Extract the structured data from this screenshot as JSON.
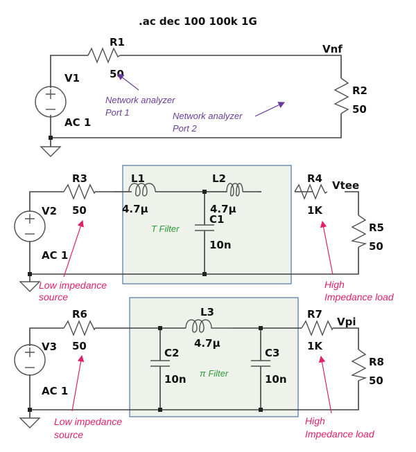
{
  "simulation_command": ".ac dec 100 100k 1G",
  "colors": {
    "annotation_port": "#6a3d9a",
    "annotation_impedance": "#e0206a",
    "annotation_filter": "#2a9a3a",
    "filter_box_border": "#5a7fa8",
    "filter_box_fill": "#eef2ea"
  },
  "circuit1": {
    "source": {
      "name": "V1",
      "value": "AC 1"
    },
    "r_series": {
      "name": "R1",
      "value": "50"
    },
    "r_load": {
      "name": "R2",
      "value": "50"
    },
    "node": "Vnf",
    "note_port1": [
      "Network analyzer",
      "Port 1"
    ],
    "note_port2": [
      "Network analyzer",
      "Port 2"
    ]
  },
  "circuit2": {
    "source": {
      "name": "V2",
      "value": "AC 1"
    },
    "r_source": {
      "name": "R3",
      "value": "50"
    },
    "l1": {
      "name": "L1",
      "value": "4.7µ"
    },
    "l2": {
      "name": "L2",
      "value": "4.7µ"
    },
    "c1": {
      "name": "C1",
      "value": "10n"
    },
    "r_series_load": {
      "name": "R4",
      "value": "1K"
    },
    "r_load": {
      "name": "R5",
      "value": "50"
    },
    "node": "Vtee",
    "filter_label": "T Filter",
    "note_source": [
      "Low impedance",
      "source"
    ],
    "note_load": [
      "High",
      "Impedance load"
    ]
  },
  "circuit3": {
    "source": {
      "name": "V3",
      "value": "AC 1"
    },
    "r_source": {
      "name": "R6",
      "value": "50"
    },
    "l3": {
      "name": "L3",
      "value": "4.7µ"
    },
    "c2": {
      "name": "C2",
      "value": "10n"
    },
    "c3": {
      "name": "C3",
      "value": "10n"
    },
    "r_series_load": {
      "name": "R7",
      "value": "1K"
    },
    "r_load": {
      "name": "R8",
      "value": "50"
    },
    "node": "Vpi",
    "filter_label": "π Filter",
    "note_source": [
      "Low impedance",
      "source"
    ],
    "note_load": [
      "High",
      "Impedance load"
    ]
  }
}
